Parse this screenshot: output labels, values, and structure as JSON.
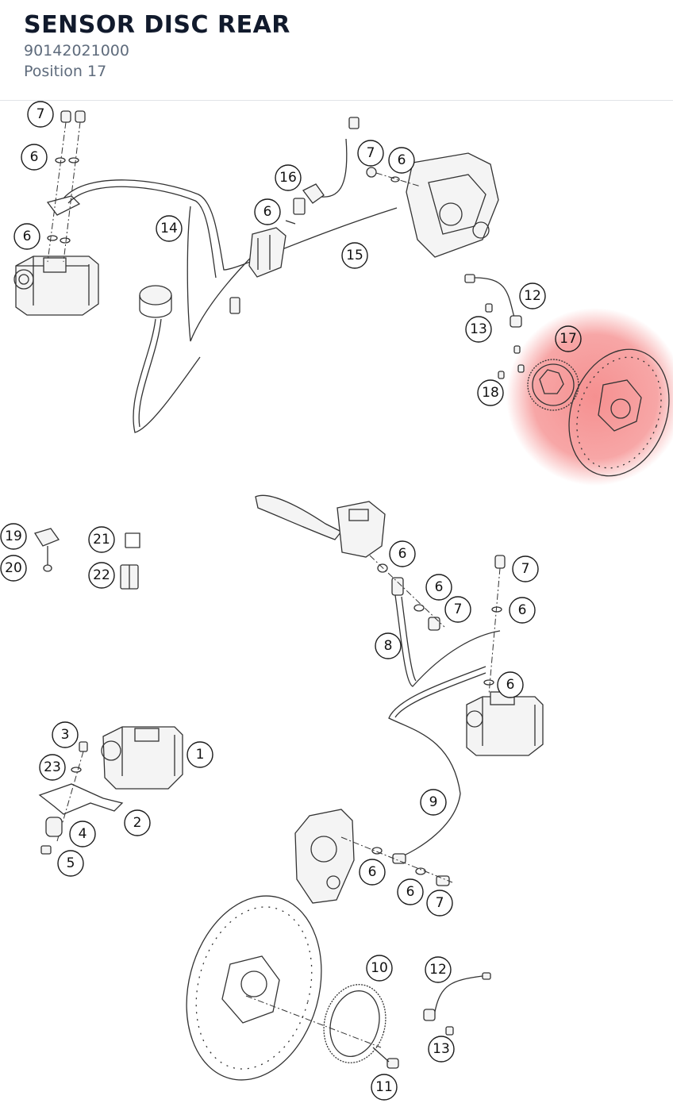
{
  "header": {
    "title": "SENSOR DISC REAR",
    "part_number": "90142021000",
    "position": "Position 17"
  },
  "colors": {
    "highlight": "#f26b6b",
    "title": "#111a2c",
    "subtitle": "#5e6b7c",
    "line": "#333333"
  },
  "highlighted_position": "17",
  "callouts": [
    {
      "id": "c-7-a",
      "label": "7"
    },
    {
      "id": "c-6-a",
      "label": "6"
    },
    {
      "id": "c-6-b",
      "label": "6"
    },
    {
      "id": "c-14",
      "label": "14"
    },
    {
      "id": "c-16",
      "label": "16"
    },
    {
      "id": "c-6-c",
      "label": "6"
    },
    {
      "id": "c-7-b",
      "label": "7"
    },
    {
      "id": "c-6-d",
      "label": "6"
    },
    {
      "id": "c-15",
      "label": "15"
    },
    {
      "id": "c-12-a",
      "label": "12"
    },
    {
      "id": "c-13-a",
      "label": "13"
    },
    {
      "id": "c-17",
      "label": "17"
    },
    {
      "id": "c-18",
      "label": "18"
    },
    {
      "id": "c-19",
      "label": "19"
    },
    {
      "id": "c-20",
      "label": "20"
    },
    {
      "id": "c-21",
      "label": "21"
    },
    {
      "id": "c-22",
      "label": "22"
    },
    {
      "id": "c-6-e",
      "label": "6"
    },
    {
      "id": "c-7-c",
      "label": "7"
    },
    {
      "id": "c-6-f",
      "label": "6"
    },
    {
      "id": "c-7-d",
      "label": "7"
    },
    {
      "id": "c-6-g",
      "label": "6"
    },
    {
      "id": "c-8",
      "label": "8"
    },
    {
      "id": "c-6-h",
      "label": "6"
    },
    {
      "id": "c-3",
      "label": "3"
    },
    {
      "id": "c-1",
      "label": "1"
    },
    {
      "id": "c-23",
      "label": "23"
    },
    {
      "id": "c-2",
      "label": "2"
    },
    {
      "id": "c-4",
      "label": "4"
    },
    {
      "id": "c-5",
      "label": "5"
    },
    {
      "id": "c-9",
      "label": "9"
    },
    {
      "id": "c-6-i",
      "label": "6"
    },
    {
      "id": "c-6-j",
      "label": "6"
    },
    {
      "id": "c-7-e",
      "label": "7"
    },
    {
      "id": "c-10",
      "label": "10"
    },
    {
      "id": "c-12-b",
      "label": "12"
    },
    {
      "id": "c-13-b",
      "label": "13"
    },
    {
      "id": "c-11",
      "label": "11"
    }
  ]
}
